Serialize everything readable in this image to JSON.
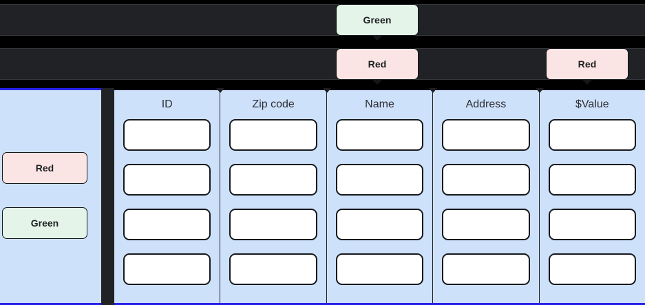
{
  "annotations": {
    "top_callouts": [
      {
        "label": "Green",
        "tone": "green"
      },
      {
        "label": "Red",
        "tone": "red"
      },
      {
        "label": "Red",
        "tone": "red"
      }
    ],
    "side_callouts": [
      {
        "label": "Red",
        "tone": "red"
      },
      {
        "label": "Green",
        "tone": "green"
      }
    ]
  },
  "table": {
    "columns": [
      {
        "header": "ID"
      },
      {
        "header": "Zip code"
      },
      {
        "header": "Name"
      },
      {
        "header": "Address"
      },
      {
        "header": "$Value"
      }
    ],
    "row_count": 4,
    "cells": [
      [
        "",
        "",
        "",
        "",
        ""
      ],
      [
        "",
        "",
        "",
        "",
        ""
      ],
      [
        "",
        "",
        "",
        "",
        ""
      ],
      [
        "",
        "",
        "",
        "",
        ""
      ]
    ]
  },
  "colors": {
    "panel_background": "#cee1fb",
    "panel_accent_border": "#2622e8",
    "dark_surface": "#212226",
    "page_background": "#000000",
    "green_badge": "#e4f4e8",
    "red_badge": "#fbe5e4",
    "cell_fill": "#ffffff",
    "outline": "#16181c"
  }
}
